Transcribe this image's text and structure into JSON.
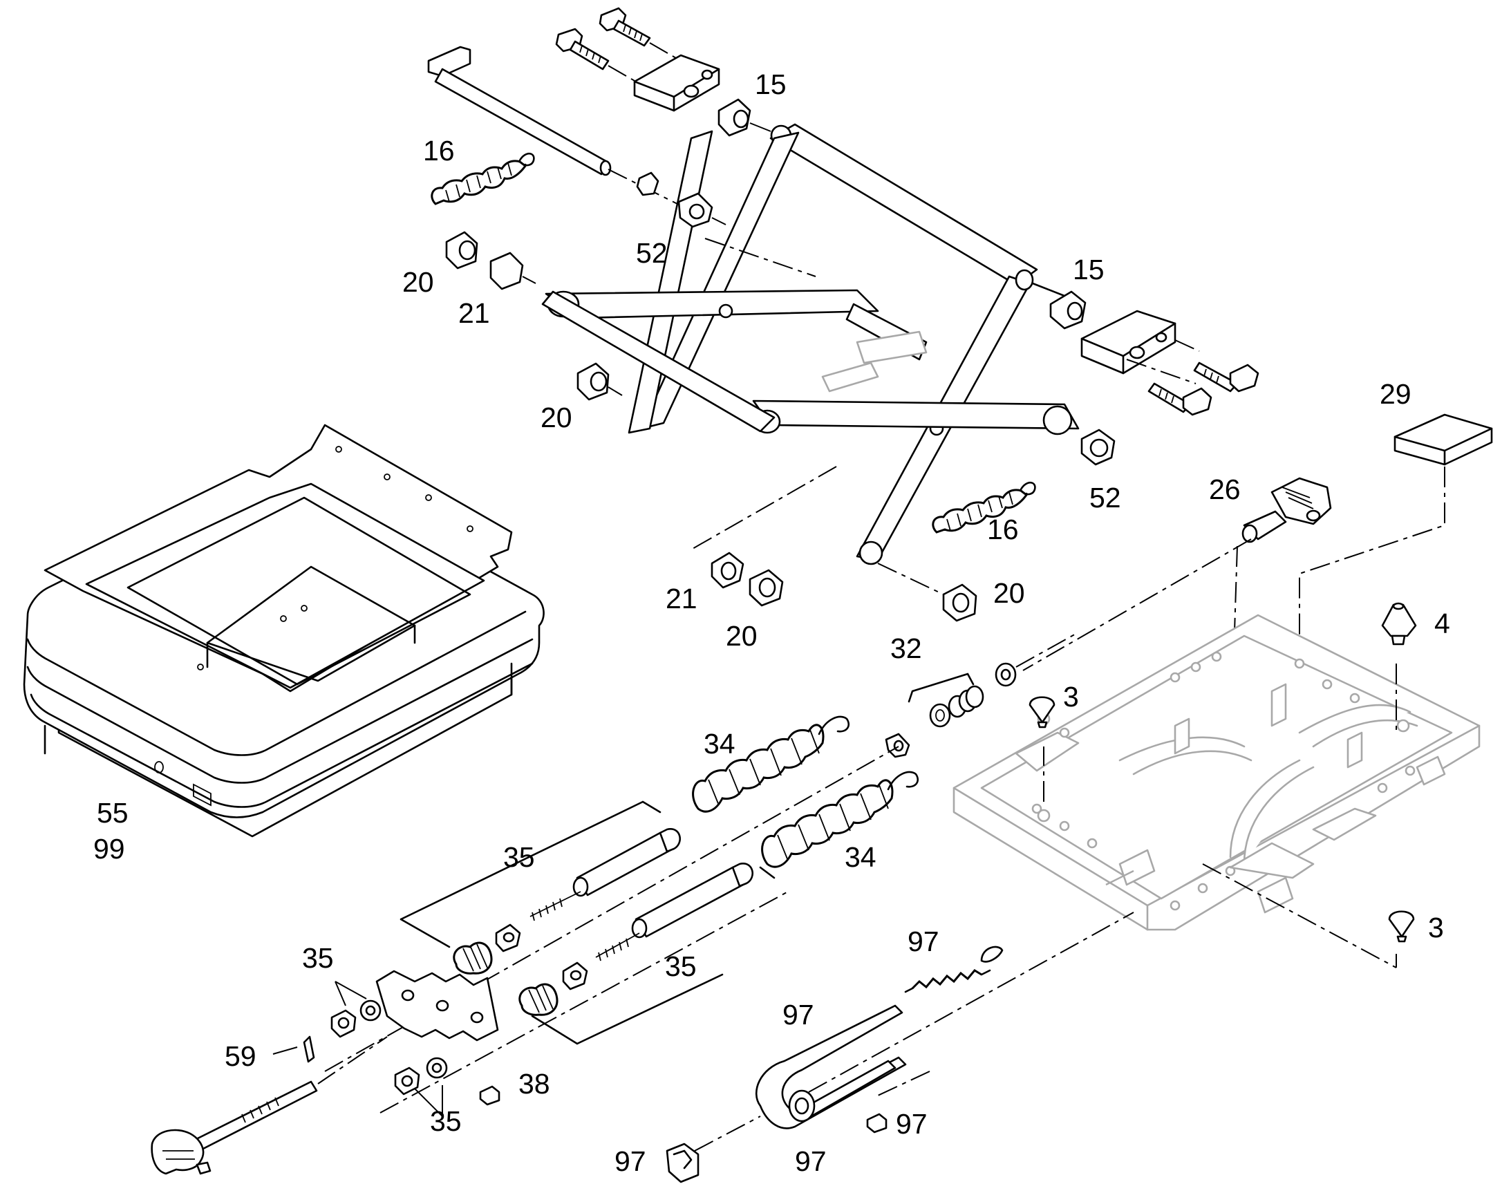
{
  "diagram": {
    "callouts": [
      {
        "id": "c15a",
        "text": "15"
      },
      {
        "id": "c16a",
        "text": "16"
      },
      {
        "id": "c52a",
        "text": "52"
      },
      {
        "id": "c20a",
        "text": "20"
      },
      {
        "id": "c21a",
        "text": "21"
      },
      {
        "id": "c15b",
        "text": "15"
      },
      {
        "id": "c20b",
        "text": "20"
      },
      {
        "id": "c29",
        "text": "29"
      },
      {
        "id": "c52b",
        "text": "52"
      },
      {
        "id": "c26",
        "text": "26"
      },
      {
        "id": "c16b",
        "text": "16"
      },
      {
        "id": "c21b",
        "text": "21"
      },
      {
        "id": "c20c",
        "text": "20"
      },
      {
        "id": "c20d",
        "text": "20"
      },
      {
        "id": "c4",
        "text": "4"
      },
      {
        "id": "c32",
        "text": "32"
      },
      {
        "id": "c3a",
        "text": "3"
      },
      {
        "id": "c34a",
        "text": "34"
      },
      {
        "id": "c55",
        "text": "55"
      },
      {
        "id": "c99",
        "text": "99"
      },
      {
        "id": "c35a",
        "text": "35"
      },
      {
        "id": "c34b",
        "text": "34"
      },
      {
        "id": "c3b",
        "text": "3"
      },
      {
        "id": "c97a",
        "text": "97"
      },
      {
        "id": "c35b",
        "text": "35"
      },
      {
        "id": "c35c",
        "text": "35"
      },
      {
        "id": "c97b",
        "text": "97"
      },
      {
        "id": "c59",
        "text": "59"
      },
      {
        "id": "c38",
        "text": "38"
      },
      {
        "id": "c35d",
        "text": "35"
      },
      {
        "id": "c97c",
        "text": "97"
      },
      {
        "id": "c97d",
        "text": "97"
      },
      {
        "id": "c97e",
        "text": "97"
      }
    ]
  }
}
